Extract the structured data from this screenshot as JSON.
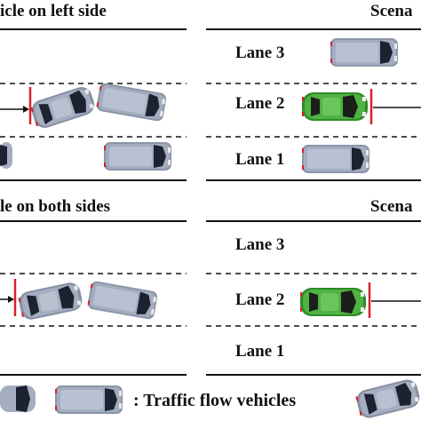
{
  "top_left_title": "icle on left side",
  "top_right_title": "Scena",
  "bottom_left_title": "le on both sides",
  "bottom_right_title": "Scena",
  "lanes_top": [
    "Lane 3",
    "Lane 2",
    "Lane 1"
  ],
  "lanes_bottom": [
    "Lane 3",
    "Lane 2",
    "Lane 1"
  ],
  "legend_label": ": Traffic flow vehicles",
  "colors": {
    "ego_car": "#3fa535",
    "gray_vehicle": "#9aa4b8",
    "stop_line": "#d9202a",
    "road_line": "#111111"
  }
}
